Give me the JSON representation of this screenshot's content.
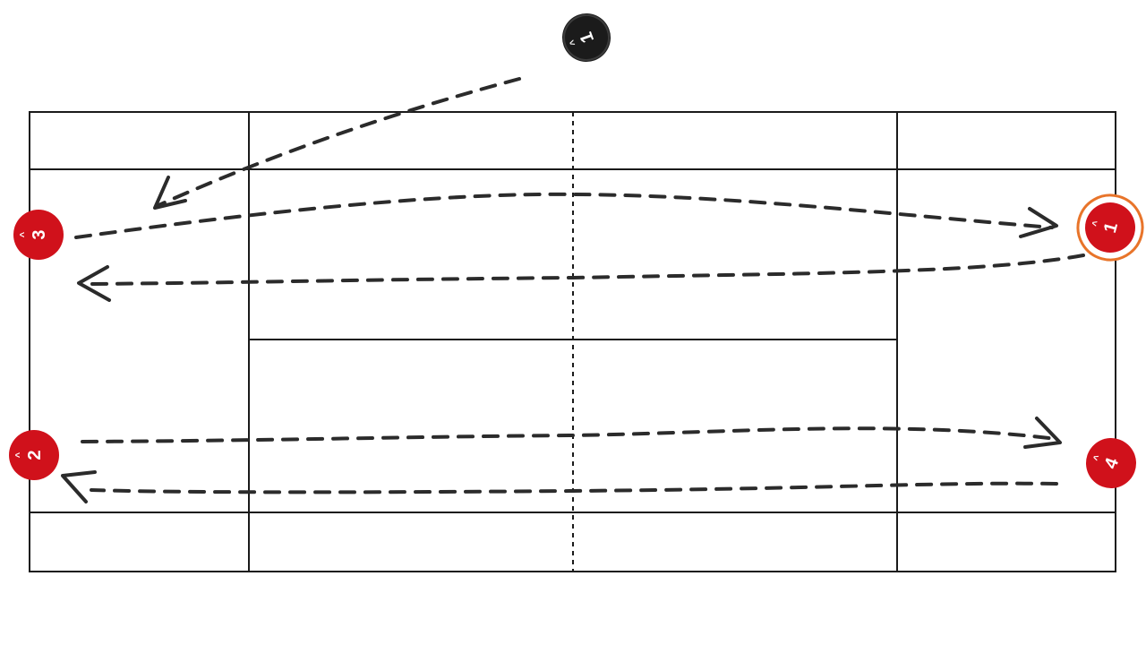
{
  "players": [
    {
      "id": "coach",
      "label": "1",
      "color": "#1b1b1b",
      "highlighted": false
    },
    {
      "id": "red-1",
      "label": "1",
      "color": "#d0111b",
      "highlighted": true,
      "ring_color": "#e8742a"
    },
    {
      "id": "red-2",
      "label": "2",
      "color": "#d0111b",
      "highlighted": false
    },
    {
      "id": "red-3",
      "label": "3",
      "color": "#d0111b",
      "highlighted": false
    },
    {
      "id": "red-4",
      "label": "4",
      "color": "#d0111b",
      "highlighted": false
    }
  ],
  "colors": {
    "court_lines": "#1a1a1a",
    "paths": "#2b2b2b",
    "background": "#ffffff"
  }
}
